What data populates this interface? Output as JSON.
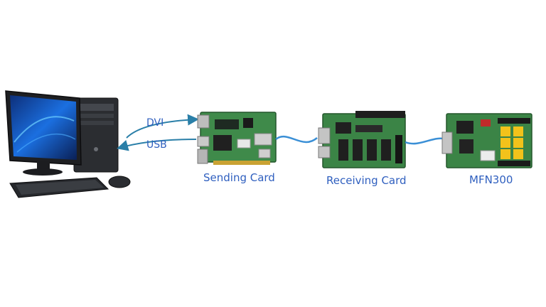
{
  "links": {
    "dvi": "DVI",
    "usb": "USB"
  },
  "devices": {
    "computer": {
      "icon": "desktop-computer-icon"
    },
    "sending_card": {
      "label": "Sending Card",
      "icon": "sending-card-board-icon"
    },
    "receiving_card": {
      "label": "Receiving Card",
      "icon": "receiving-card-board-icon"
    },
    "mfn300": {
      "label": "MFN300",
      "icon": "mfn300-board-icon"
    }
  },
  "colors": {
    "label_blue": "#2f5fbf",
    "cable_blue": "#3a8fd6",
    "arrow_teal": "#2a7fa8",
    "pcb_green": "#3f8a4a",
    "pcb_dark": "#24562c",
    "screen_blue": "#1b5fc9",
    "relay_yellow": "#f2c21b"
  }
}
